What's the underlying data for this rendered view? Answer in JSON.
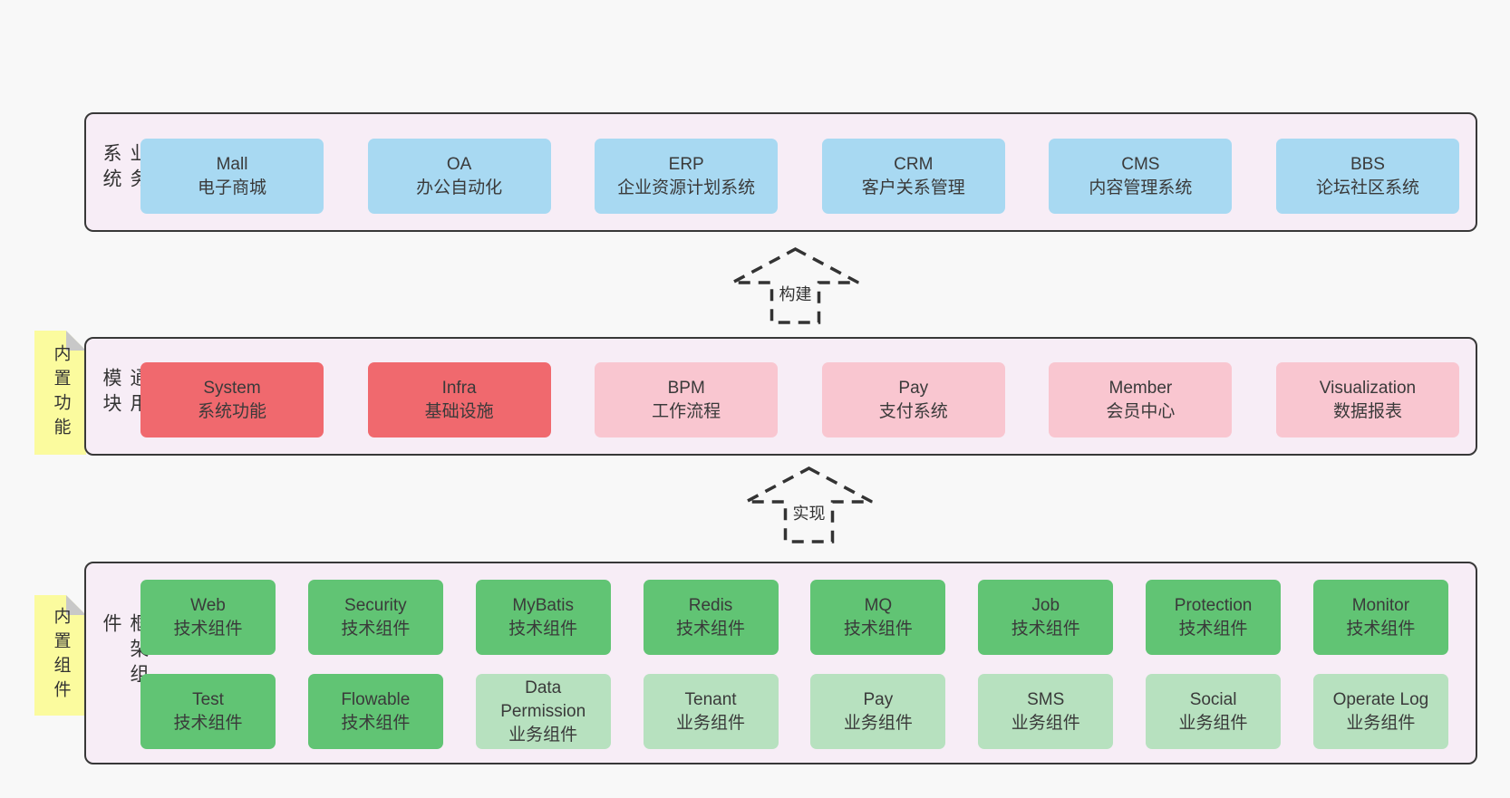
{
  "diagram": {
    "arrows": {
      "build": "构建",
      "implement": "实现"
    },
    "business": {
      "label": "业务系统",
      "boxes": [
        {
          "en": "Mall",
          "zh": "电子商城"
        },
        {
          "en": "OA",
          "zh": "办公自动化"
        },
        {
          "en": "ERP",
          "zh": "企业资源计划系统"
        },
        {
          "en": "CRM",
          "zh": "客户关系管理"
        },
        {
          "en": "CMS",
          "zh": "内容管理系统"
        },
        {
          "en": "BBS",
          "zh": "论坛社区系统"
        }
      ]
    },
    "modules": {
      "label": "通用模块",
      "note": "内置功能",
      "boxes": [
        {
          "en": "System",
          "zh": "系统功能"
        },
        {
          "en": "Infra",
          "zh": "基础设施"
        },
        {
          "en": "BPM",
          "zh": "工作流程"
        },
        {
          "en": "Pay",
          "zh": "支付系统"
        },
        {
          "en": "Member",
          "zh": "会员中心"
        },
        {
          "en": "Visualization",
          "zh": "数据报表"
        }
      ]
    },
    "components": {
      "label": "框架组件",
      "note": "内置组件",
      "row1": [
        {
          "en": "Web",
          "zh": "技术组件"
        },
        {
          "en": "Security",
          "zh": "技术组件"
        },
        {
          "en": "MyBatis",
          "zh": "技术组件"
        },
        {
          "en": "Redis",
          "zh": "技术组件"
        },
        {
          "en": "MQ",
          "zh": "技术组件"
        },
        {
          "en": "Job",
          "zh": "技术组件"
        },
        {
          "en": "Protection",
          "zh": "技术组件"
        },
        {
          "en": "Monitor",
          "zh": "技术组件"
        }
      ],
      "row2": [
        {
          "en": "Test",
          "zh": "技术组件"
        },
        {
          "en": "Flowable",
          "zh": "技术组件"
        },
        {
          "en": "Data Permission",
          "zh": "业务组件"
        },
        {
          "en": "Tenant",
          "zh": "业务组件"
        },
        {
          "en": "Pay",
          "zh": "业务组件"
        },
        {
          "en": "SMS",
          "zh": "业务组件"
        },
        {
          "en": "Social",
          "zh": "业务组件"
        },
        {
          "en": "Operate Log",
          "zh": "业务组件"
        }
      ]
    },
    "colors": {
      "page_bg": "#f8f8f8",
      "panel_bg": "#f7edf6",
      "border": "#383838",
      "blue": "#a8d9f2",
      "red": "#f0696e",
      "pink": "#f9c6d0",
      "green_dark": "#61c474",
      "green_light": "#b7e1bf",
      "note_yellow": "#fbfb9e",
      "note_fold": "#c8c8c8"
    }
  }
}
